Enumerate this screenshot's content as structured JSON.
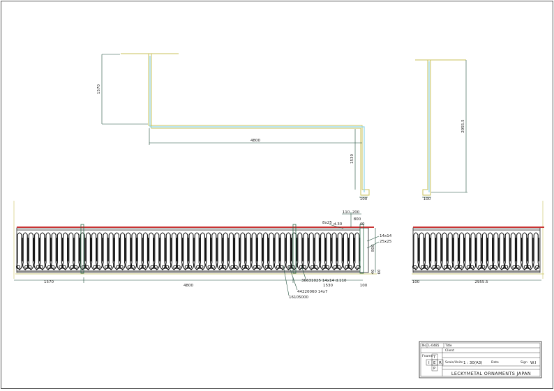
{
  "colors": {
    "rail_red": "#c83232",
    "plan_yellow": "#c9c25a",
    "plan_cyan": "#8fd6e8",
    "dim_line": "#1f4d3a",
    "ornament": "#111111"
  },
  "plan_view": {
    "dim_left_1570": "1570",
    "dim_4800": "4800",
    "dim_1530": "1530",
    "dim_100": "100"
  },
  "side_view": {
    "dim_2955": "2955.5",
    "dim_100": "100"
  },
  "elevation_main": {
    "dim_1570": "1570",
    "dim_4800": "4800",
    "dim_1530": "1530",
    "dim_100": "100",
    "top_110": "110",
    "top_200": "200",
    "top_800": "800",
    "top_40": "40",
    "label_8x25": "8x25",
    "label_d30": "d.30",
    "label_14x14": "14x14",
    "label_25x25": "25x25",
    "right_800": "800",
    "right_40": "40",
    "right_60": "60",
    "callout_1": "36631025  14x14  d.110",
    "callout_2": "44220060  14x7",
    "callout_3": "16105000"
  },
  "elevation_side": {
    "dim_100": "100",
    "dim_2955": "2955.5"
  },
  "title_block": {
    "no_label": "No",
    "no_value": "L-0485",
    "title_label": "Title",
    "client_label": "Client",
    "fname_label": "Fname",
    "scale_label": "Scale/Units",
    "scale_value": "1 : 30(A3)",
    "date_label": "Date",
    "sign_label": "Sign",
    "sign_value": "W.I",
    "letter_t": "T",
    "letter_i": "I",
    "letter_e": "E",
    "letter_r": "R",
    "letter_p": "P",
    "company": "LECKYMETAL ORNAMENTS JAPAN"
  }
}
